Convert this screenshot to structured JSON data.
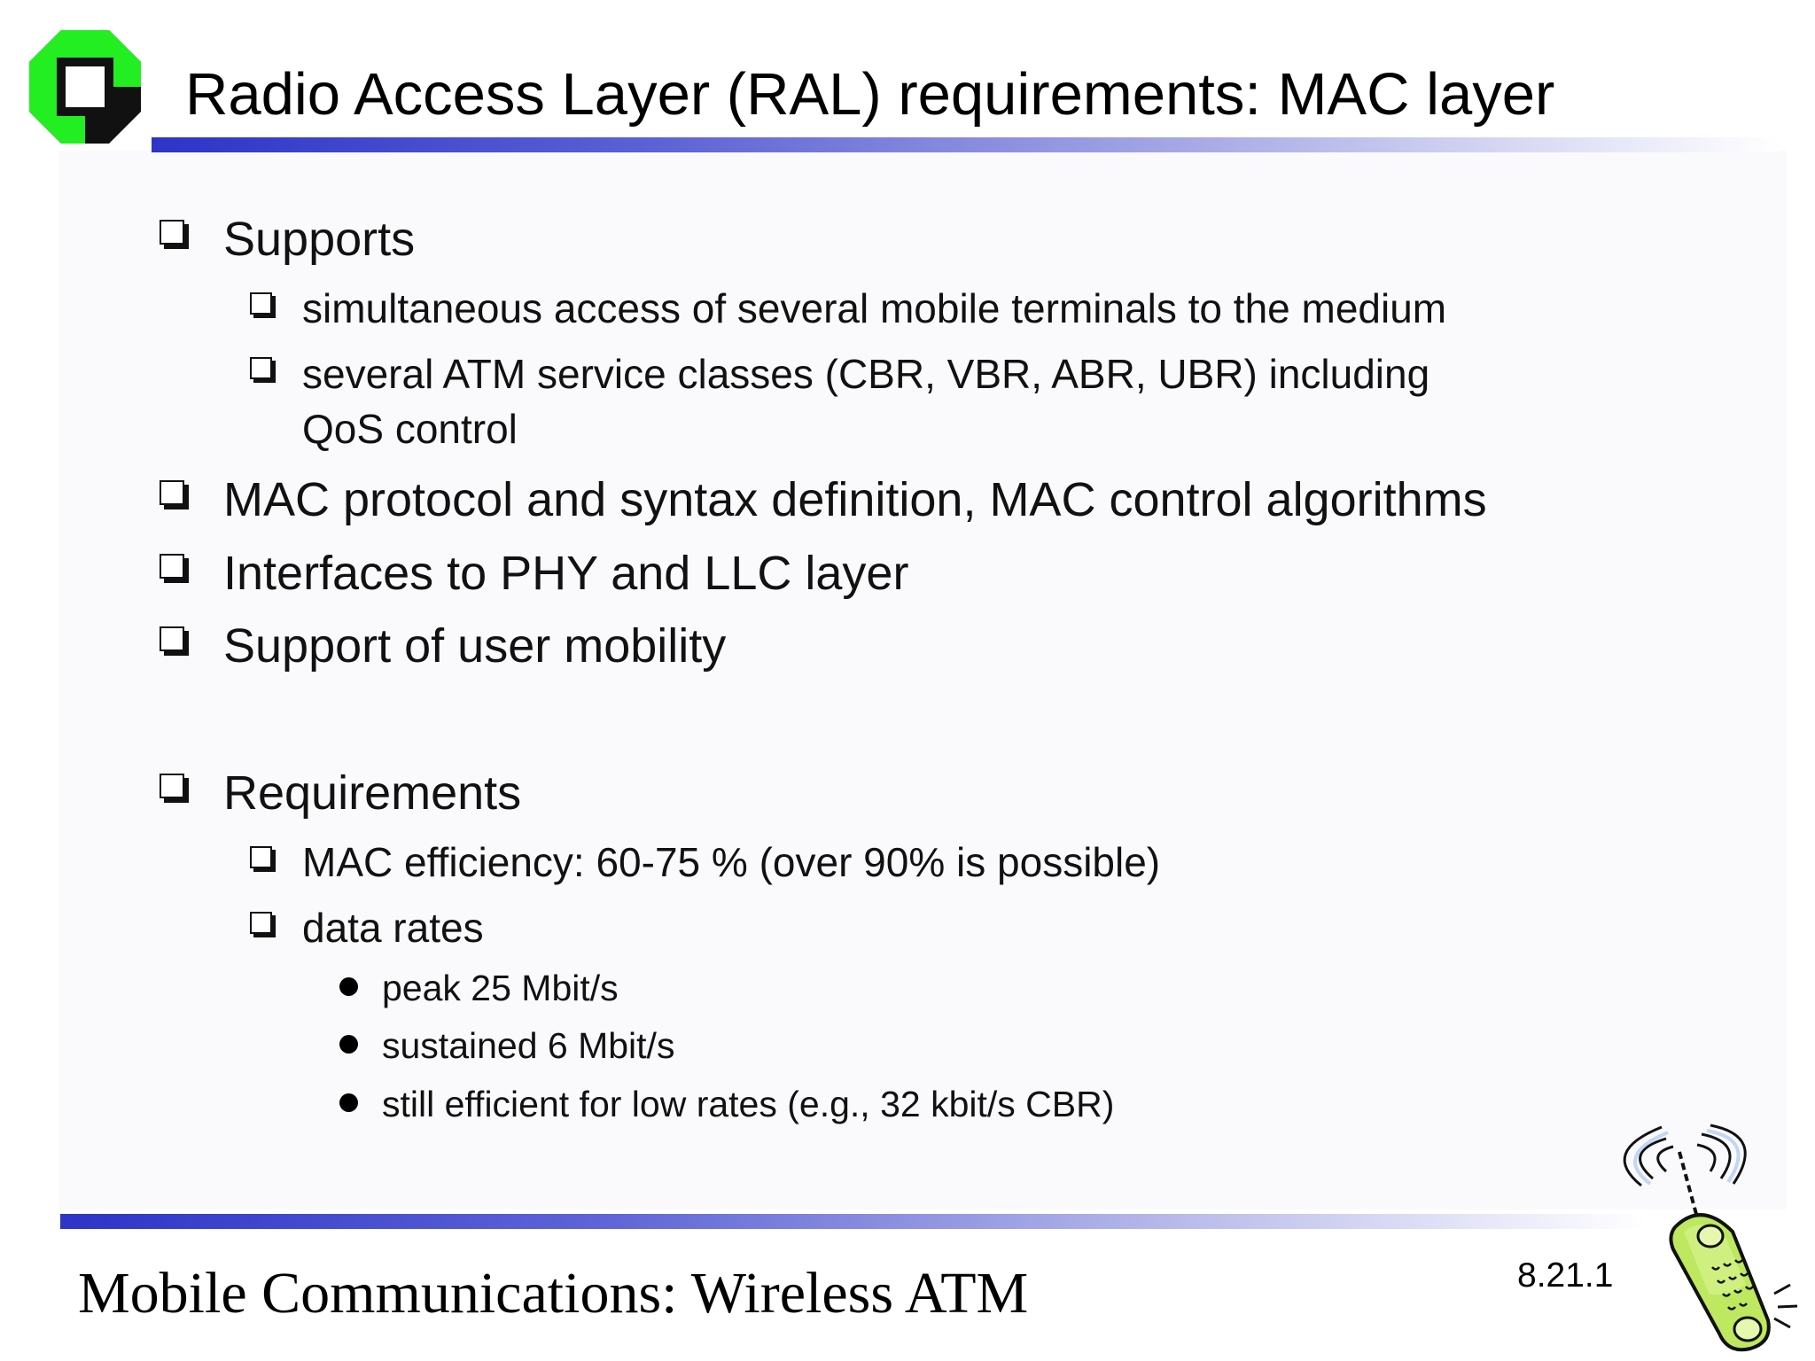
{
  "slide": {
    "title": "Radio Access Layer (RAL) requirements: MAC layer",
    "bullets": [
      {
        "text": "Supports",
        "sub": [
          {
            "text": "simultaneous access of several mobile terminals to the medium"
          },
          {
            "text": "several ATM service classes (CBR, VBR, ABR, UBR) including",
            "cont": "QoS control"
          }
        ]
      },
      {
        "text": "MAC protocol and syntax definition, MAC control algorithms"
      },
      {
        "text": "Interfaces to PHY and LLC layer"
      },
      {
        "text": "Support of user mobility"
      },
      {
        "text": "Requirements",
        "sub": [
          {
            "text": "MAC efficiency: 60-75 % (over 90% is possible)"
          },
          {
            "text": "data rates",
            "points": [
              "peak 25 Mbit/s",
              "sustained 6 Mbit/s",
              "still efficient for low rates (e.g., 32 kbit/s CBR)"
            ]
          }
        ]
      }
    ]
  },
  "footer": {
    "title": "Mobile Communications: Wireless ATM",
    "page_number": "8.21.1"
  },
  "theme": {
    "rule_color": "#2d34c8",
    "logo_color": "#22ee22",
    "phone_color": "#bde860"
  }
}
